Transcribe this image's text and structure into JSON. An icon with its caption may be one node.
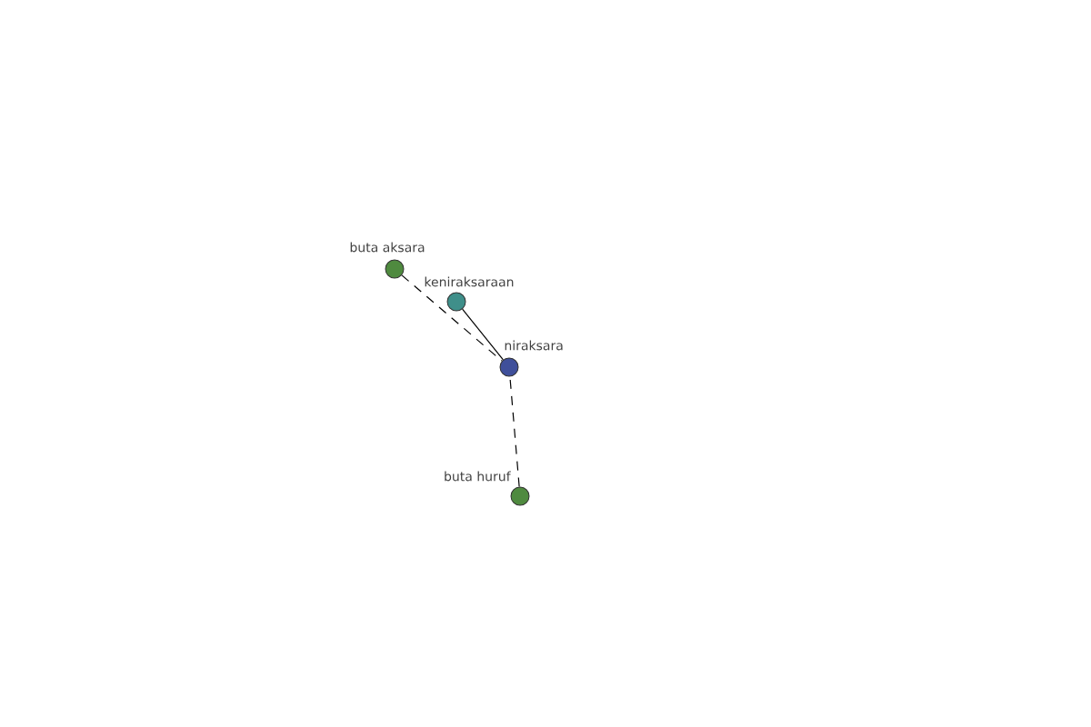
{
  "diagram": {
    "nodes": [
      {
        "text": [
          "buta aksara"
        ]
      },
      {
        "text": [
          "keniraksaraan"
        ]
      },
      {
        "text": [
          "niraksara"
        ]
      },
      {
        "text": [
          "buta huruf"
        ]
      }
    ],
    "edges": [
      {
        "from": 0,
        "to": 2,
        "arrow": "none",
        "style": "dashed"
      },
      {
        "from": 1,
        "to": 2,
        "arrow": "none"
      },
      {
        "from": 3,
        "to": 2,
        "arrow": "none",
        "style": "dashed"
      }
    ]
  }
}
